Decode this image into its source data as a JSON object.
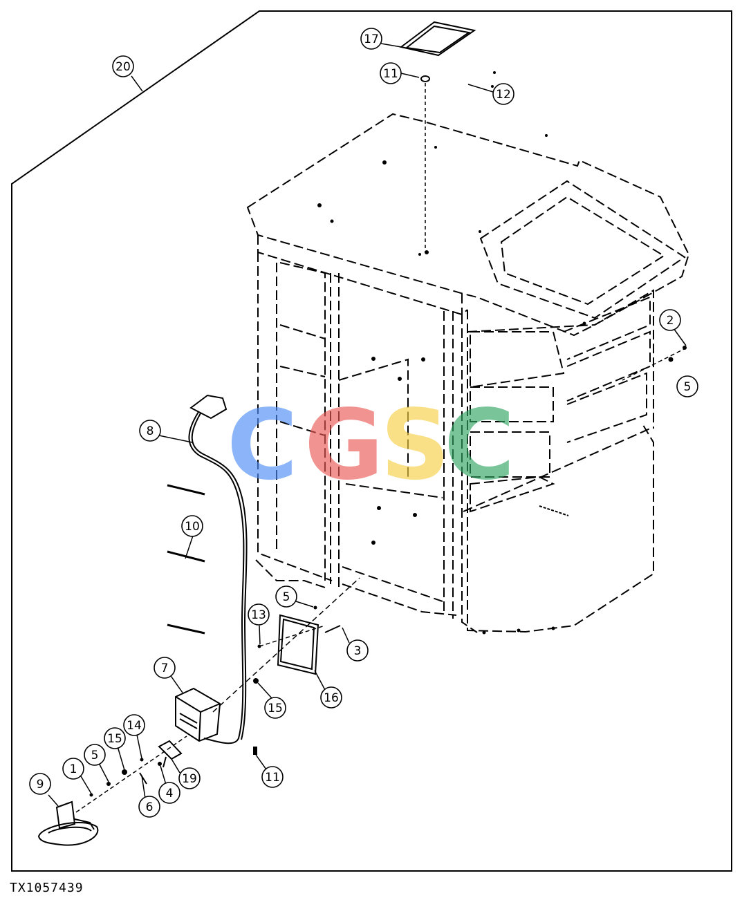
{
  "figure_id": "TX1057439",
  "watermark": {
    "letters": [
      "C",
      "G",
      "S",
      "C"
    ],
    "colors": [
      "#4f8ef7",
      "#ea5a55",
      "#f6cf45",
      "#34a565"
    ]
  },
  "callouts": [
    {
      "num": "20"
    },
    {
      "num": "17"
    },
    {
      "num": "11"
    },
    {
      "num": "12"
    },
    {
      "num": "2"
    },
    {
      "num": "5"
    },
    {
      "num": "8"
    },
    {
      "num": "10"
    },
    {
      "num": "5"
    },
    {
      "num": "13"
    },
    {
      "num": "3"
    },
    {
      "num": "7"
    },
    {
      "num": "15"
    },
    {
      "num": "16"
    },
    {
      "num": "14"
    },
    {
      "num": "15"
    },
    {
      "num": "5"
    },
    {
      "num": "1"
    },
    {
      "num": "19"
    },
    {
      "num": "4"
    },
    {
      "num": "6"
    },
    {
      "num": "9"
    },
    {
      "num": "11"
    }
  ]
}
